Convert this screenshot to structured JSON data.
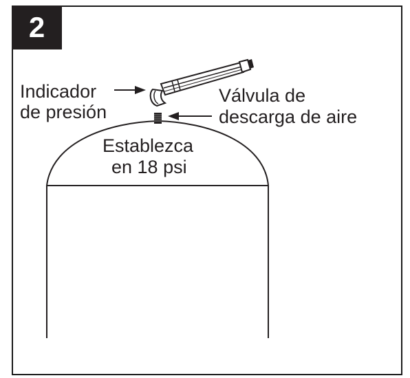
{
  "step": {
    "number": "2"
  },
  "labels": {
    "gauge_line1": "Indicador",
    "gauge_line2": "de presión",
    "valve_line1": "Válvula de",
    "valve_line2": "descarga de aire",
    "instruction_line1": "Establezca",
    "instruction_line2": "en 18 psi"
  },
  "colors": {
    "ink": "#231f20",
    "badge_background": "#231f20",
    "badge_text": "#ffffff",
    "background": "#ffffff"
  },
  "icons": {
    "gauge": "pressure-gauge-icon",
    "valve": "air-valve-icon",
    "arrows": "arrow-right-icon, arrow-left-icon"
  }
}
